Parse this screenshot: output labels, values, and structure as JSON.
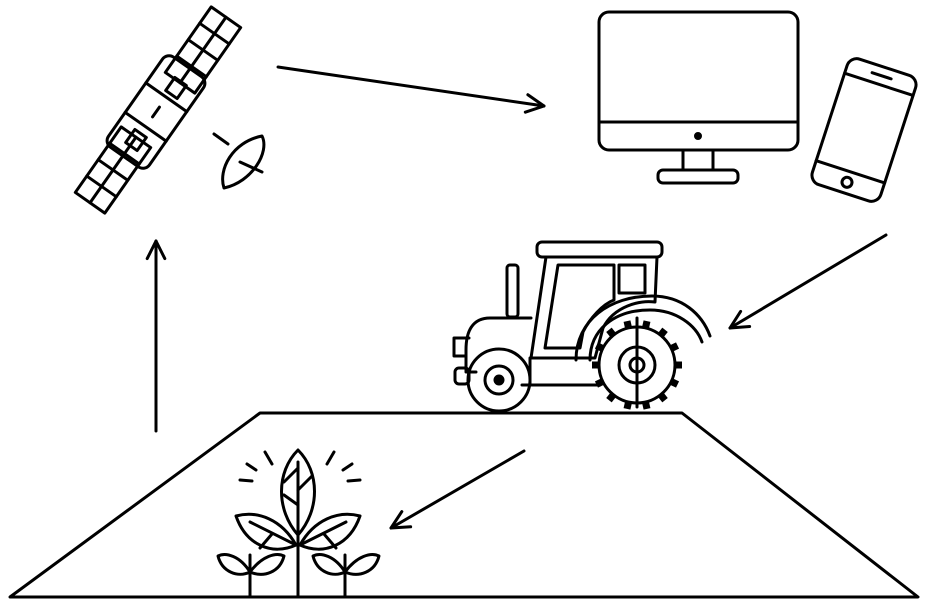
{
  "diagram": {
    "style": "black line-art icons on white background",
    "stroke_color": "#000000",
    "background_color": "#ffffff",
    "nodes": [
      {
        "id": "satellite",
        "icon": "satellite-icon"
      },
      {
        "id": "devices",
        "icon": "monitor-and-smartphone-icon"
      },
      {
        "id": "tractor",
        "icon": "tractor-icon"
      },
      {
        "id": "field",
        "icon": "field-plants-icon"
      }
    ],
    "flow": [
      {
        "from": "satellite",
        "to": "devices"
      },
      {
        "from": "devices",
        "to": "tractor"
      },
      {
        "from": "tractor",
        "to": "field"
      },
      {
        "from": "field",
        "to": "satellite"
      }
    ]
  }
}
